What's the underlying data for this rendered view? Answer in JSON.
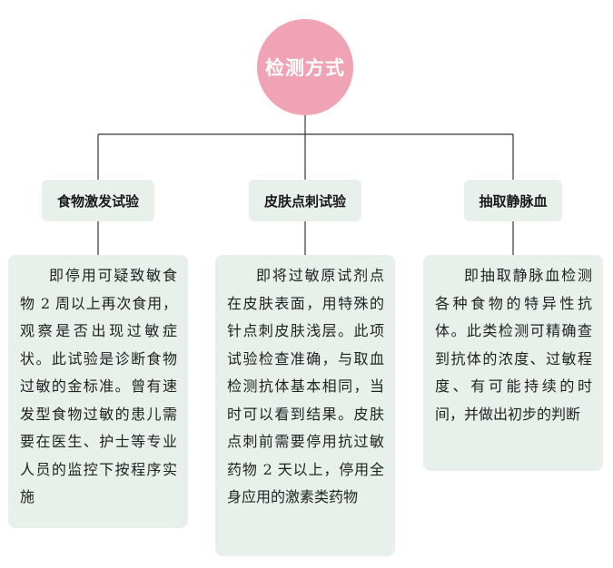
{
  "root": {
    "title": "检测方式"
  },
  "methods": [
    {
      "label": "食物激发试验",
      "description": "即停用可疑致敏食物 2 周以上再次食用，观察是否出现过敏症状。此试验是诊断食物过敏的金标准。曾有速发型食物过敏的患儿需要在医生、护士等专业人员的监控下按程序实施"
    },
    {
      "label": "皮肤点刺试验",
      "description": "即将过敏原试剂点在皮肤表面，用特殊的针点刺皮肤浅层。此项试验检查准确，与取血检测抗体基本相同，当时可以看到结果。皮肤点刺前需要停用抗过敏药物 2 天以上，停用全身应用的激素类药物"
    },
    {
      "label": "抽取静脉血",
      "description": "即抽取静脉血检测各种食物的特异性抗体。此类检测可精确查到抗体的浓度、过敏程度、有可能持续的时间，并做出初步的判断"
    }
  ],
  "colors": {
    "root_fill": "#f0a3b5",
    "box_fill": "#e8f0ec",
    "line": "#333333"
  }
}
